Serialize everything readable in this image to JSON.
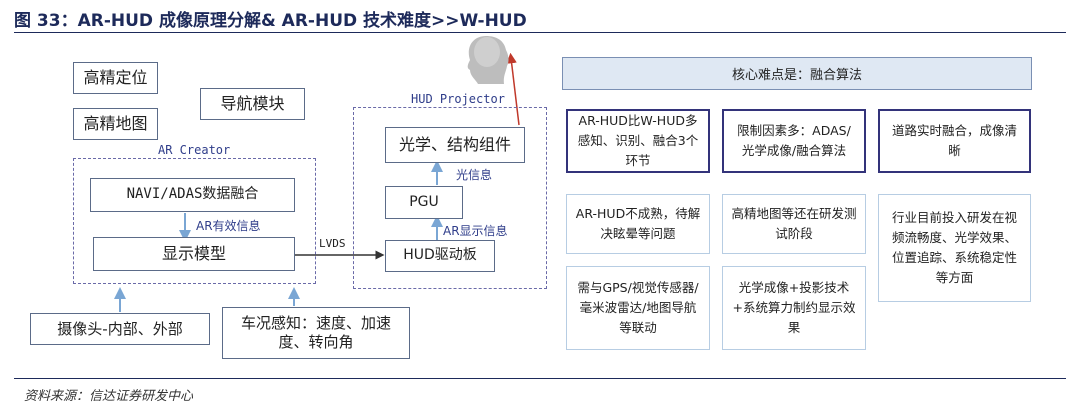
{
  "title": "图 33：AR-HUD 成像原理分解& AR-HUD 技术难度>>W-HUD",
  "source": "资料来源：信达证券研发中心",
  "left": {
    "hd_position": "高精定位",
    "hd_map": "高精地图",
    "nav_module": "导航模块",
    "ar_creator_label": "AR Creator",
    "navi_fusion": "NAVI/ADAS数据融合",
    "ar_effective_info": "AR有效信息",
    "display_model": "显示模型",
    "lvds": "LVDS",
    "hud_projector_label": "HUD Projector",
    "optics_component": "光学、结构组件",
    "light_info": "光信息",
    "pgu": "PGU",
    "ar_display_info": "AR显示信息",
    "hud_driver_board": "HUD驱动板",
    "camera": "摄像头-内部、外部",
    "vehicle_sensing": "车况感知：速度、加速度、转向角"
  },
  "right": {
    "header": "核心难点是：融合算法",
    "row1": [
      "AR-HUD比W-HUD多感知、识别、融合3个环节",
      "限制因素多：ADAS/光学成像/融合算法",
      "道路实时融合，成像清晰"
    ],
    "row2": [
      "AR-HUD不成熟，待解决眩晕等问题",
      "高精地图等还在研发测试阶段",
      "行业目前投入研发在视频流畅度、光学效果、位置追踪、系统稳定性等方面"
    ],
    "row3": [
      "需与GPS/视觉传感器/毫米波雷达/地图导航等联动",
      "光学成像+投影技术+系统算力制约显示效果"
    ]
  },
  "colors": {
    "navy": "#1d2a5a",
    "arrow_blue": "#7aa6d4",
    "arrow_red": "#c0392b",
    "header_fill": "#dfe8f3"
  },
  "icons": {
    "viewer": "person-head-icon"
  }
}
